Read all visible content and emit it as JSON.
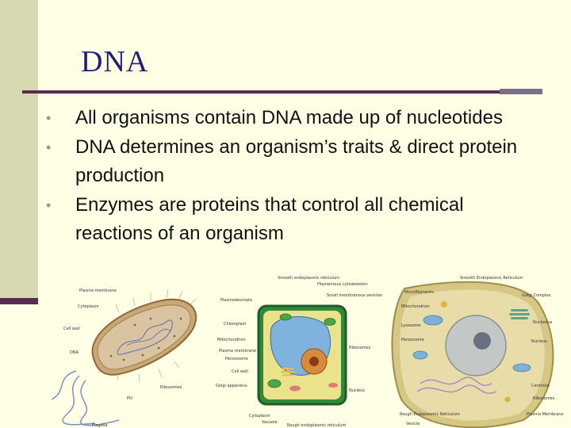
{
  "slide": {
    "title": "DNA",
    "bullets": [
      "All organisms contain DNA made up of nucleotides",
      "DNA determines an organism’s traits & direct protein production",
      "Enzymes are proteins that control all chemical reactions of an organism"
    ]
  },
  "illustrations": {
    "prokaryote": {
      "labels": [
        "Plasma membrane",
        "Cytoplasm",
        "Cell wall",
        "DNA",
        "Ribosomes",
        "Pili",
        "Flagella"
      ]
    },
    "plant_cell": {
      "labels": [
        "Smooth endoplasmic reticulum",
        "Filamentous cytoskeleton",
        "Small membranous vesicles",
        "Plasmodesmata",
        "Chloroplast",
        "Mitochondrion",
        "Plasma membrane",
        "Peroxisome",
        "Cell wall",
        "Golgi apparatus",
        "Cytoplasm",
        "Vacuole",
        "Rough endoplasmic reticulum",
        "Nucleus",
        "Ribosomes"
      ]
    },
    "animal_cell": {
      "labels": [
        "Smooth Endoplasmic Reticulum",
        "Microfilaments",
        "Mitochondrion",
        "Lysosome",
        "Peroxisome",
        "Golgi Complex",
        "Nucleolus",
        "Nucleus",
        "Rough Endoplasmic Reticulum",
        "Ribosomes",
        "Vesicle",
        "Plasma Membrane",
        "Centriole"
      ]
    }
  }
}
